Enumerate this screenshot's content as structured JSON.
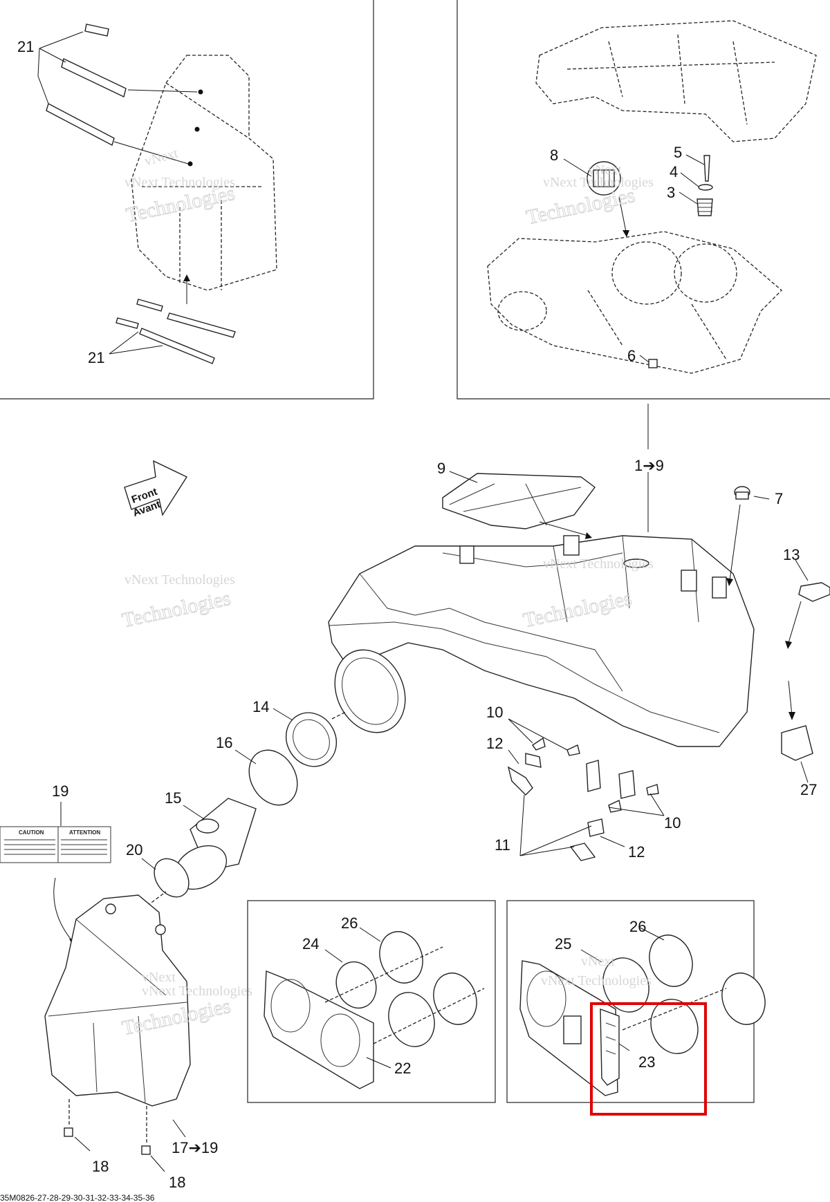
{
  "diagram": {
    "watermark": {
      "line1": "vNext",
      "line2": "vNext Technologies",
      "line3": "Technologies"
    },
    "front_arrow": {
      "line1": "Front",
      "line2": "Avant"
    },
    "caution_label": {
      "left": "CAUTION",
      "right": "ATTENTION"
    },
    "footer_code": "35M0826-27-28-29-30-31-32-33-34-35-36",
    "callouts": {
      "c21a": "21",
      "c21b": "21",
      "c8": "8",
      "c5": "5",
      "c4": "4",
      "c3": "3",
      "c6": "6",
      "c9": "9",
      "c1to9": "1➔9",
      "c7": "7",
      "c13": "13",
      "c14": "14",
      "c16": "16",
      "c15": "15",
      "c19": "19",
      "c20": "20",
      "c10a": "10",
      "c10b": "10",
      "c12a": "12",
      "c12b": "12",
      "c11": "11",
      "c27": "27",
      "c26a": "26",
      "c24": "24",
      "c22": "22",
      "c26b": "26",
      "c25": "25",
      "c23": "23",
      "c17to19": "17➔19",
      "c18a": "18",
      "c18b": "18"
    },
    "highlight_color": "#e00000"
  }
}
